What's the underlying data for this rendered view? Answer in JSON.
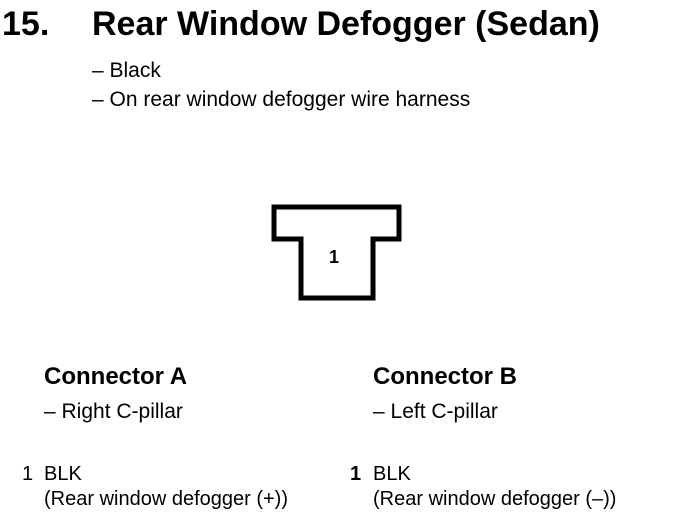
{
  "heading": {
    "number": "15.",
    "title": "Rear Window Defogger (Sedan)"
  },
  "description": {
    "color": "– Black",
    "location": "– On rear window defogger wire harness"
  },
  "connector_face": {
    "pin_label": "1"
  },
  "connectors": [
    {
      "title": "Connector A",
      "location": "– Right C-pillar",
      "pin": "1",
      "wire": "BLK",
      "function": "(Rear window defogger (+))"
    },
    {
      "title": "Connector B",
      "location": "– Left C-pillar",
      "pin": "1",
      "wire": "BLK",
      "function": "(Rear window defogger (–))"
    }
  ]
}
